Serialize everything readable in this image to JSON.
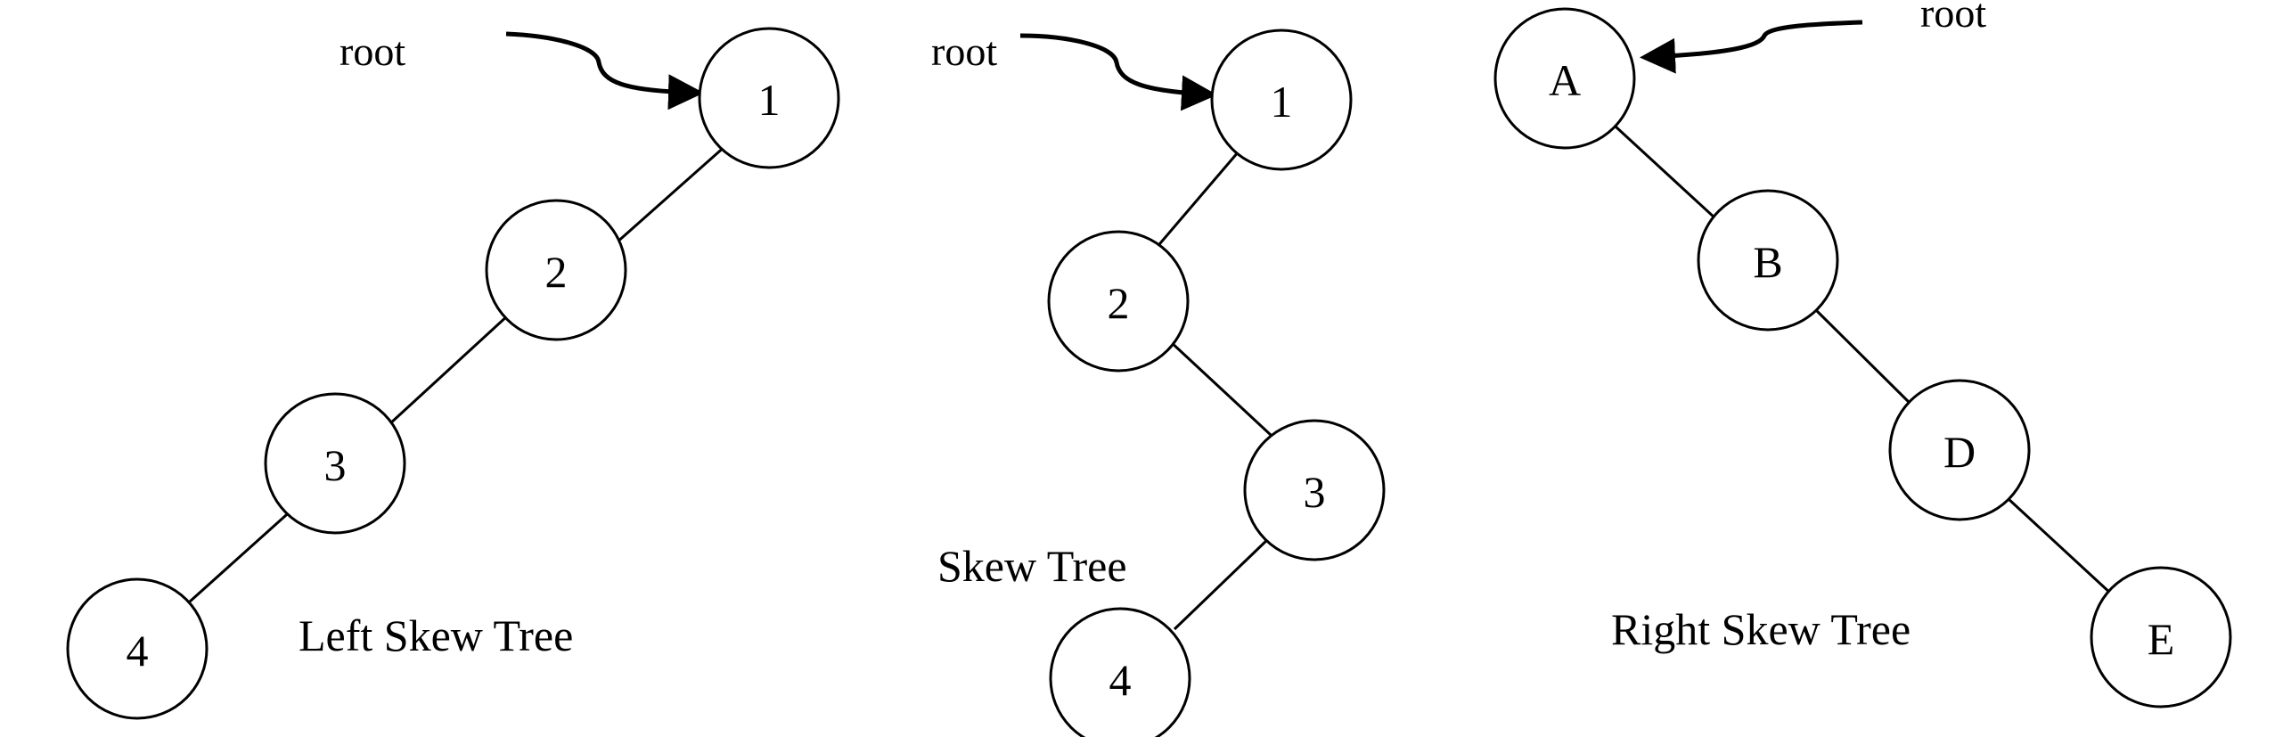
{
  "trees": [
    {
      "id": "left-skew",
      "caption": "Left Skew Tree",
      "root_label": "root",
      "nodes": [
        {
          "id": "n1",
          "label": "1"
        },
        {
          "id": "n2",
          "label": "2"
        },
        {
          "id": "n3",
          "label": "3"
        },
        {
          "id": "n4",
          "label": "4"
        }
      ],
      "edges": [
        [
          "n1",
          "n2"
        ],
        [
          "n2",
          "n3"
        ],
        [
          "n3",
          "n4"
        ]
      ]
    },
    {
      "id": "skew",
      "caption": "Skew Tree",
      "root_label": "root",
      "nodes": [
        {
          "id": "n1",
          "label": "1"
        },
        {
          "id": "n2",
          "label": "2"
        },
        {
          "id": "n3",
          "label": "3"
        },
        {
          "id": "n4",
          "label": "4"
        }
      ],
      "edges": [
        [
          "n1",
          "n2"
        ],
        [
          "n2",
          "n3"
        ],
        [
          "n3",
          "n4"
        ]
      ]
    },
    {
      "id": "right-skew",
      "caption": "Right Skew Tree",
      "root_label": "root",
      "nodes": [
        {
          "id": "nA",
          "label": "A"
        },
        {
          "id": "nB",
          "label": "B"
        },
        {
          "id": "nD",
          "label": "D"
        },
        {
          "id": "nE",
          "label": "E"
        }
      ],
      "edges": [
        [
          "nA",
          "nB"
        ],
        [
          "nB",
          "nD"
        ],
        [
          "nD",
          "nE"
        ]
      ]
    }
  ]
}
